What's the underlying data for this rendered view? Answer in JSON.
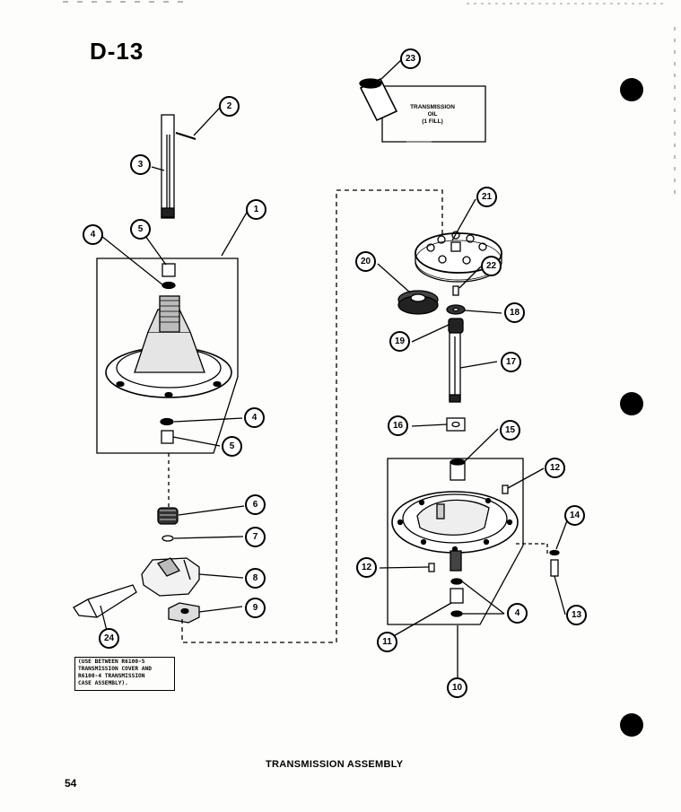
{
  "header": {
    "page_code": "D-13"
  },
  "footer": {
    "caption": "TRANSMISSION ASSEMBLY",
    "page_number": "54"
  },
  "oil_box": {
    "lines": [
      "TRANSMISSION",
      "OIL",
      "(1 FILL)"
    ]
  },
  "note_box": {
    "lines": [
      "(USE BETWEEN R6100-5",
      "TRANSMISSION COVER AND",
      "R6100-4 TRANSMISSION",
      "CASE ASSEMBLY)."
    ]
  },
  "callouts": [
    "1",
    "2",
    "3",
    "4",
    "5",
    "4",
    "5",
    "6",
    "7",
    "8",
    "9",
    "24",
    "23",
    "21",
    "20",
    "22",
    "18",
    "19",
    "17",
    "16",
    "15",
    "12",
    "12",
    "14",
    "13",
    "4",
    "11",
    "10"
  ]
}
